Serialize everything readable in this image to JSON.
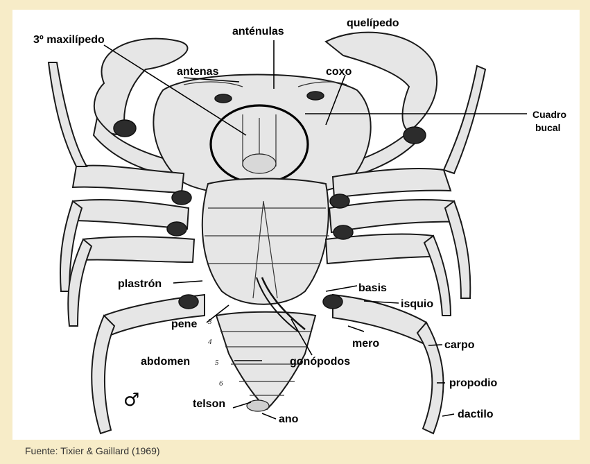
{
  "labels": {
    "maxilipedo": "3º maxilípedo",
    "antenulas": "anténulas",
    "quelipedo": "quelípedo",
    "antenas": "antenas",
    "coxo": "coxo",
    "cuadro_bucal_1": "Cuadro",
    "cuadro_bucal_2": "bucal",
    "plastron": "plastrón",
    "basis": "basis",
    "isquio": "isquio",
    "pene": "pene",
    "mero": "mero",
    "carpo": "carpo",
    "abdomen": "abdomen",
    "gonopodos": "gonópodos",
    "propodio": "propodio",
    "telson": "telson",
    "ano": "ano",
    "dactilo": "dactilo",
    "male_symbol": "♂"
  },
  "segment_numbers": [
    "3",
    "4",
    "5",
    "6"
  ],
  "caption": "Fuente: Tixier & Gaillard  (1969)"
}
